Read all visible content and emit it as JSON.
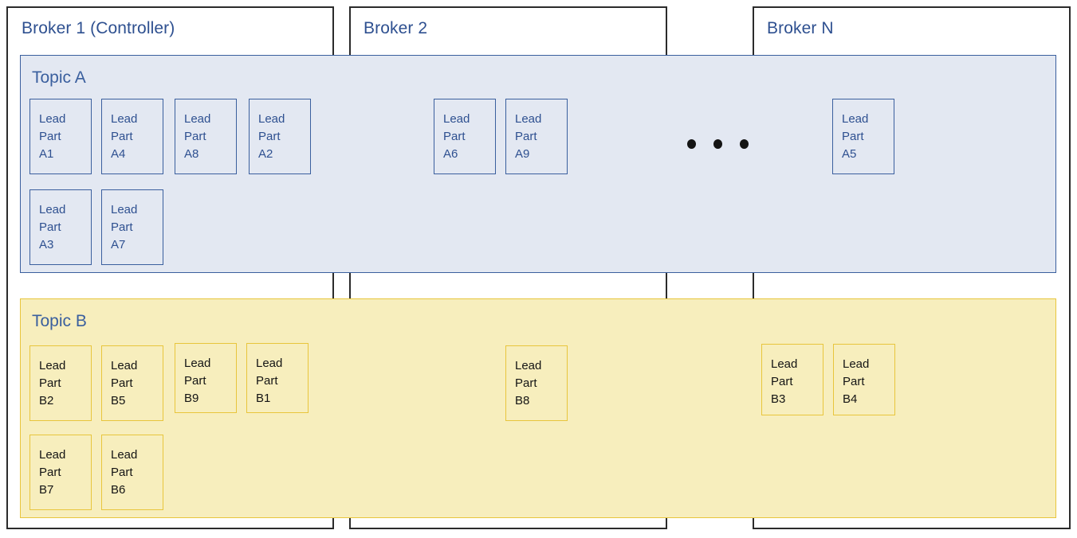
{
  "diagram": {
    "title": "Kafka brokers with topic partitions",
    "colors": {
      "broker_border": "#2b2b2b",
      "topic_a_fill": "#e3e8f2",
      "topic_a_border": "#3a5f9e",
      "topic_a_text": "#2e5090",
      "topic_b_fill": "#f7eebd",
      "topic_b_border": "#e8c53c",
      "topic_b_text": "#141414",
      "topic_label_text": "#3a5f9e",
      "ellipsis_dot": "#141414"
    },
    "ellipsis": {
      "name": "ellipsis-dots",
      "dot_count": 3
    }
  },
  "brokers": [
    {
      "id": "broker-1",
      "label": "Broker 1 (Controller)"
    },
    {
      "id": "broker-2",
      "label": "Broker 2"
    },
    {
      "id": "broker-n",
      "label": "Broker N"
    }
  ],
  "topics": [
    {
      "id": "topic-a",
      "label": "Topic A"
    },
    {
      "id": "topic-b",
      "label": "Topic B"
    }
  ],
  "partitions": {
    "topic_a": {
      "broker_1": [
        {
          "line1": "Lead",
          "line2": "Part",
          "line3": "A1"
        },
        {
          "line1": "Lead",
          "line2": "Part",
          "line3": "A4"
        },
        {
          "line1": "Lead",
          "line2": "Part",
          "line3": "A8"
        },
        {
          "line1": "Lead",
          "line2": "Part",
          "line3": "A2"
        },
        {
          "line1": "Lead",
          "line2": "Part",
          "line3": "A3"
        },
        {
          "line1": "Lead",
          "line2": "Part",
          "line3": "A7"
        }
      ],
      "broker_2": [
        {
          "line1": "Lead",
          "line2": "Part",
          "line3": "A6"
        },
        {
          "line1": "Lead",
          "line2": "Part",
          "line3": "A9"
        }
      ],
      "broker_n": [
        {
          "line1": "Lead",
          "line2": "Part",
          "line3": "A5"
        }
      ]
    },
    "topic_b": {
      "broker_1": [
        {
          "line1": "Lead",
          "line2": "Part",
          "line3": "B2"
        },
        {
          "line1": "Lead",
          "line2": "Part",
          "line3": "B5"
        },
        {
          "line1": "Lead",
          "line2": "Part",
          "line3": "B9"
        },
        {
          "line1": "Lead",
          "line2": "Part",
          "line3": "B1"
        },
        {
          "line1": "Lead",
          "line2": "Part",
          "line3": "B7"
        },
        {
          "line1": "Lead",
          "line2": "Part",
          "line3": "B6"
        }
      ],
      "broker_2": [
        {
          "line1": "Lead",
          "line2": "Part",
          "line3": "B8"
        }
      ],
      "broker_n": [
        {
          "line1": "Lead",
          "line2": "Part",
          "line3": "B3"
        },
        {
          "line1": "Lead",
          "line2": "Part",
          "line3": "B4"
        }
      ]
    }
  }
}
